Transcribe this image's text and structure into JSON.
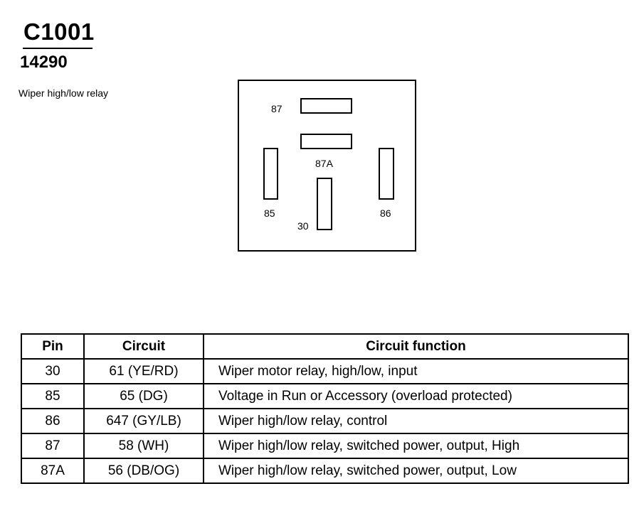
{
  "header": {
    "connector_id": "C1001",
    "part_number": "14290",
    "description": "Wiper high/low relay"
  },
  "diagram": {
    "pins": [
      {
        "label": "87"
      },
      {
        "label": "87A"
      },
      {
        "label": "85"
      },
      {
        "label": "86"
      },
      {
        "label": "30"
      }
    ]
  },
  "table": {
    "headers": [
      "Pin",
      "Circuit",
      "Circuit function"
    ],
    "rows": [
      {
        "pin": "30",
        "circuit": "61 (YE/RD)",
        "function": "Wiper motor relay, high/low, input"
      },
      {
        "pin": "85",
        "circuit": "65 (DG)",
        "function": "Voltage in Run or Accessory (overload protected)"
      },
      {
        "pin": "86",
        "circuit": "647 (GY/LB)",
        "function": "Wiper high/low relay, control"
      },
      {
        "pin": "87",
        "circuit": "58 (WH)",
        "function": "Wiper high/low relay, switched power, output, High"
      },
      {
        "pin": "87A",
        "circuit": "56 (DB/OG)",
        "function": "Wiper high/low relay, switched power, output, Low"
      }
    ]
  }
}
